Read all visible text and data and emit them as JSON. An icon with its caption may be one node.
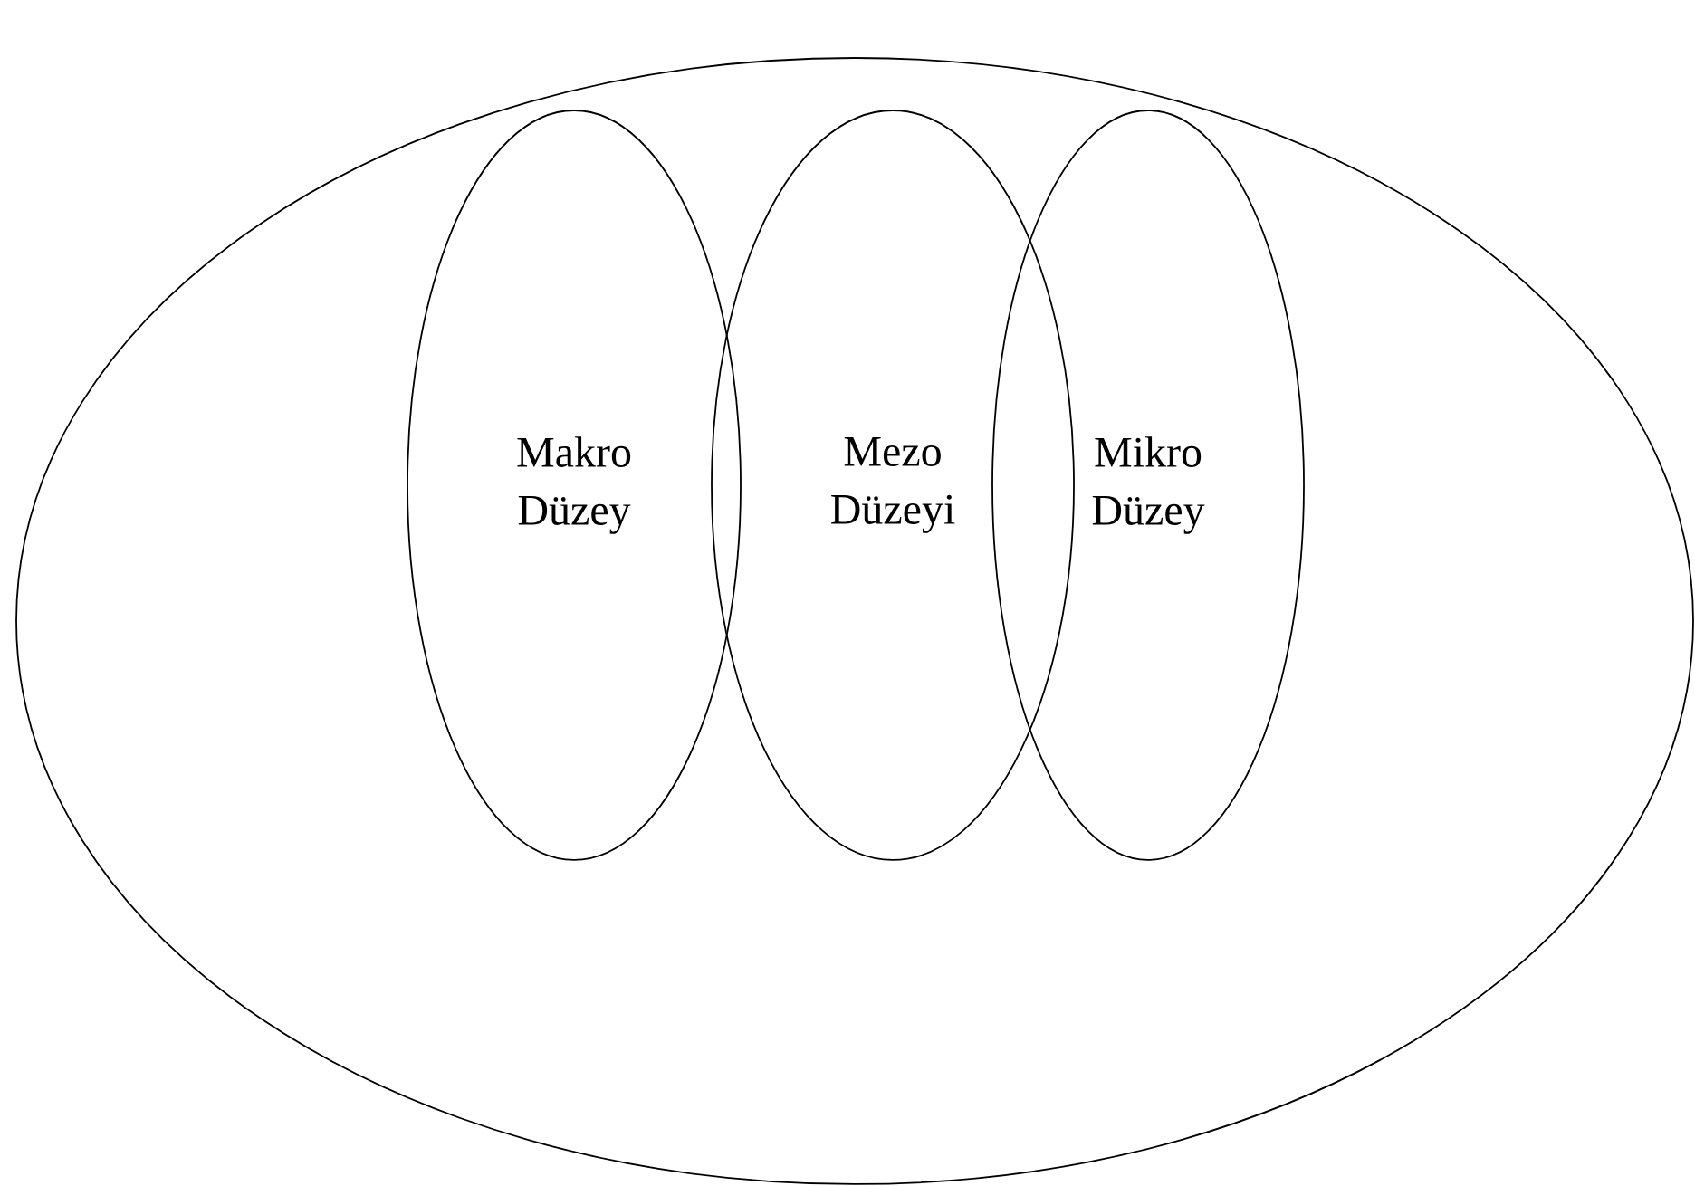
{
  "diagram": {
    "nodes": [
      {
        "text": [],
        "shape": "ellipse"
      },
      {
        "text": [
          "Makro Düzey"
        ],
        "in": 0
      },
      {
        "text": [
          "Mezo Düzeyi"
        ],
        "in": 0
      },
      {
        "text": [
          "Mikro Düzey"
        ],
        "in": 0
      }
    ]
  }
}
